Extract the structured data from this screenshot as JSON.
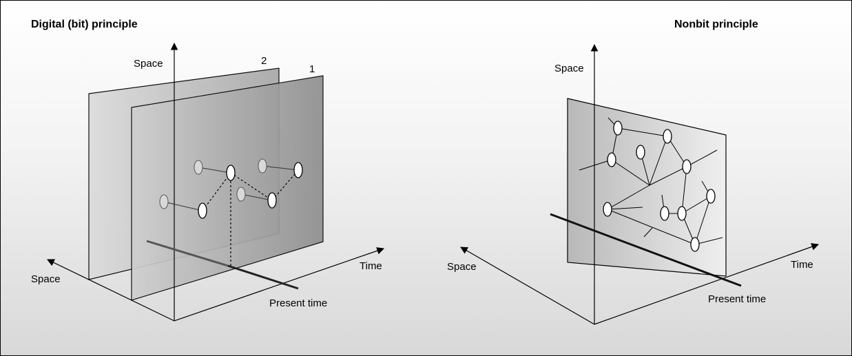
{
  "left_panel": {
    "title": "Digital (bit) principle",
    "axis_space_vertical": "Space",
    "axis_space_depth": "Space",
    "axis_time": "Time",
    "present_time": "Present time",
    "plane_labels": [
      "2",
      "1"
    ]
  },
  "right_panel": {
    "title": "Nonbit  principle",
    "axis_space_vertical": "Space",
    "axis_space_depth": "Space",
    "axis_time": "Time",
    "present_time": "Present time"
  }
}
